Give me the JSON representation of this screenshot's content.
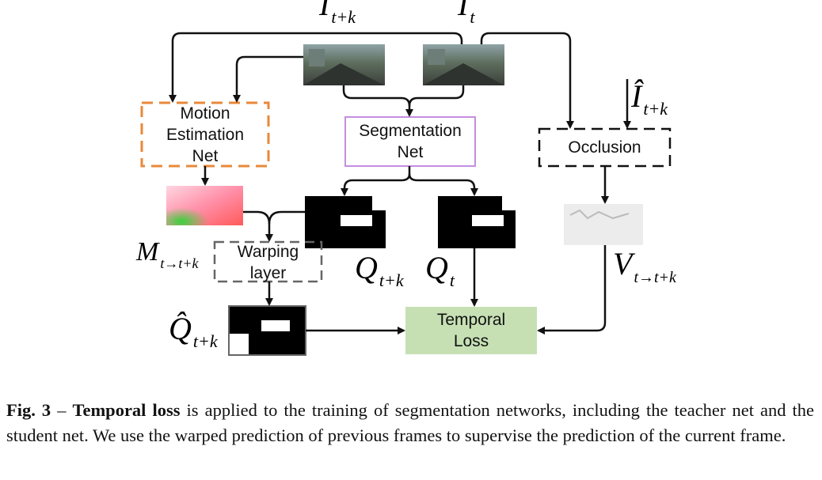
{
  "diagram": {
    "nodes": {
      "motion_net": "Motion\nEstimation\nNet",
      "segmentation_net": "Segmentation\nNet",
      "occlusion": "Occlusion",
      "warping_layer": "Warping\nlayer",
      "temporal_loss": "Temporal\nLoss"
    },
    "symbols": {
      "i_tk": {
        "main": "I",
        "sub": "t+k"
      },
      "i_t": {
        "main": "I",
        "sub": "t"
      },
      "i_hat_tk": {
        "main": "Î",
        "sub": "t+k"
      },
      "m": {
        "main": "M",
        "sub": "t→t+k"
      },
      "q_tk": {
        "main": "Q",
        "sub": "t+k"
      },
      "q_t": {
        "main": "Q",
        "sub": "t"
      },
      "v": {
        "main": "V",
        "sub": "t→t+k"
      },
      "q_hat_tk": {
        "main": "Q̂",
        "sub": "t+k"
      }
    },
    "colors": {
      "motion_border": "#e8893a",
      "segmentation_border": "#c58de0",
      "loss_fill": "#c6e0b4",
      "arrow": "#111111"
    }
  },
  "caption": {
    "label": "Fig. 3",
    "dash": " – ",
    "bold": "Temporal loss",
    "text": " is applied to the training of segmentation networks, including the teacher net and the student net. We use the warped prediction of previous frames to supervise the prediction of the current frame."
  }
}
